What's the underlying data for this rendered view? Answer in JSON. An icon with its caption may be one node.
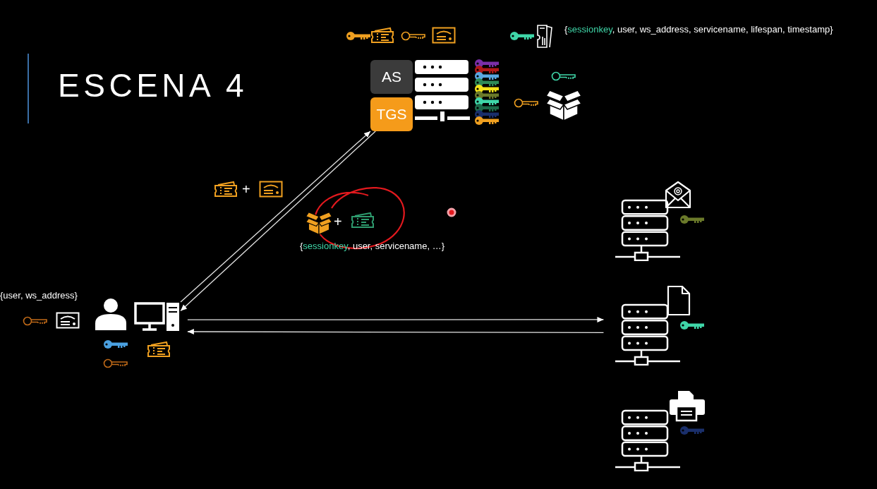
{
  "diagram": {
    "title": "ESCENA 4",
    "nodes": [
      {
        "text": [
          "AS"
        ]
      },
      {
        "text": [
          "TGS"
        ]
      },
      {
        "text": [],
        "shape": "server"
      },
      {
        "text": [],
        "shape": "computer"
      },
      {
        "text": [],
        "shape": "server"
      },
      {
        "text": [],
        "shape": "server"
      }
    ],
    "edges": [
      {
        "from": 3,
        "to": 1,
        "arrow": "to"
      },
      {
        "from": 1,
        "to": 3,
        "arrow": "to"
      },
      {
        "from": 3,
        "to": 4,
        "arrow": "to"
      },
      {
        "from": 4,
        "to": 3,
        "arrow": "to"
      }
    ],
    "labels": [
      "{sessionkey, user, ws_address, servicename, lifespan, timestamp}",
      "+",
      "+",
      "{sessionkey, user, servicename, …}",
      "{user, ws_address}"
    ]
  }
}
